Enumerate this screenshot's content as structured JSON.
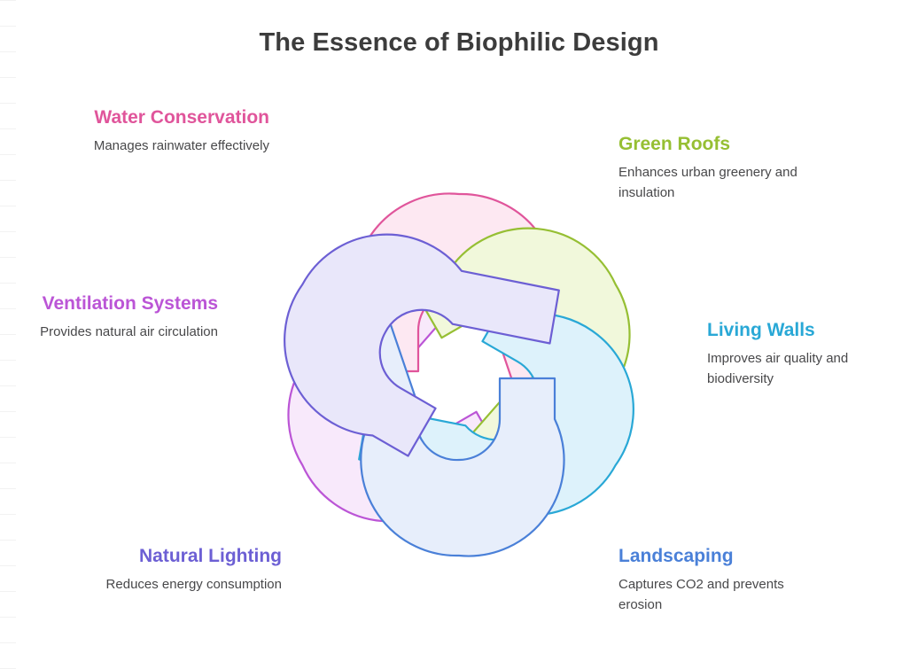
{
  "header": {
    "title": "The Essence of Biophilic Design",
    "title_color": "#3c3c3c"
  },
  "items": [
    {
      "id": "water-conservation",
      "title": "Water Conservation",
      "description": "Manages rainwater effectively",
      "color": "#e0559b",
      "fill": "#fde8f2",
      "align": "right"
    },
    {
      "id": "green-roofs",
      "title": "Green Roofs",
      "description": "Enhances urban greenery and insulation",
      "color": "#96bf33",
      "fill": "#f1f8db",
      "align": "left"
    },
    {
      "id": "living-walls",
      "title": "Living Walls",
      "description": "Improves air quality and biodiversity",
      "color": "#29a8d6",
      "fill": "#ddf2fb",
      "align": "left"
    },
    {
      "id": "landscaping",
      "title": "Landscaping",
      "description": "Captures CO2 and prevents erosion",
      "color": "#4a80d8",
      "fill": "#e7eefb",
      "align": "left"
    },
    {
      "id": "natural-lighting",
      "title": "Natural Lighting",
      "description": "Reduces energy consumption",
      "color": "#6c5fd4",
      "fill": "#e9e7fa",
      "align": "right"
    },
    {
      "id": "ventilation-systems",
      "title": "Ventilation Systems",
      "description": "Provides natural air circulation",
      "color": "#bb55d6",
      "fill": "#f8e9fb",
      "align": "right"
    }
  ],
  "figure": {
    "name": "interlocking-hooks-diagram",
    "ribbon_count": 6,
    "description": "Six interlocking hook-shaped ribbons in sixfold rotational symmetry"
  }
}
